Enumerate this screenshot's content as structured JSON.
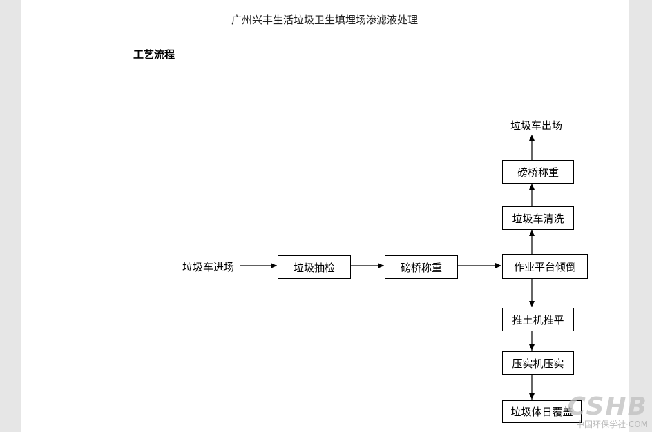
{
  "document": {
    "title": "广州兴丰生活垃圾卫生填埋场渗滤液处理",
    "section_heading": "工艺流程"
  },
  "flow": {
    "start": "垃圾车进场",
    "inspection": "垃圾抽检",
    "weigh_in": "磅桥称重",
    "dump_platform": "作业平台倾倒",
    "wash": "垃圾车清洗",
    "weigh_out": "磅桥称重",
    "exit": "垃圾车出场",
    "bulldozer": "推土机推平",
    "compactor": "压实机压实",
    "daily_cover": "垃圾体日覆盖"
  },
  "watermark": {
    "logo": "CSHB",
    "subtitle": "中国环保学社·COM"
  }
}
